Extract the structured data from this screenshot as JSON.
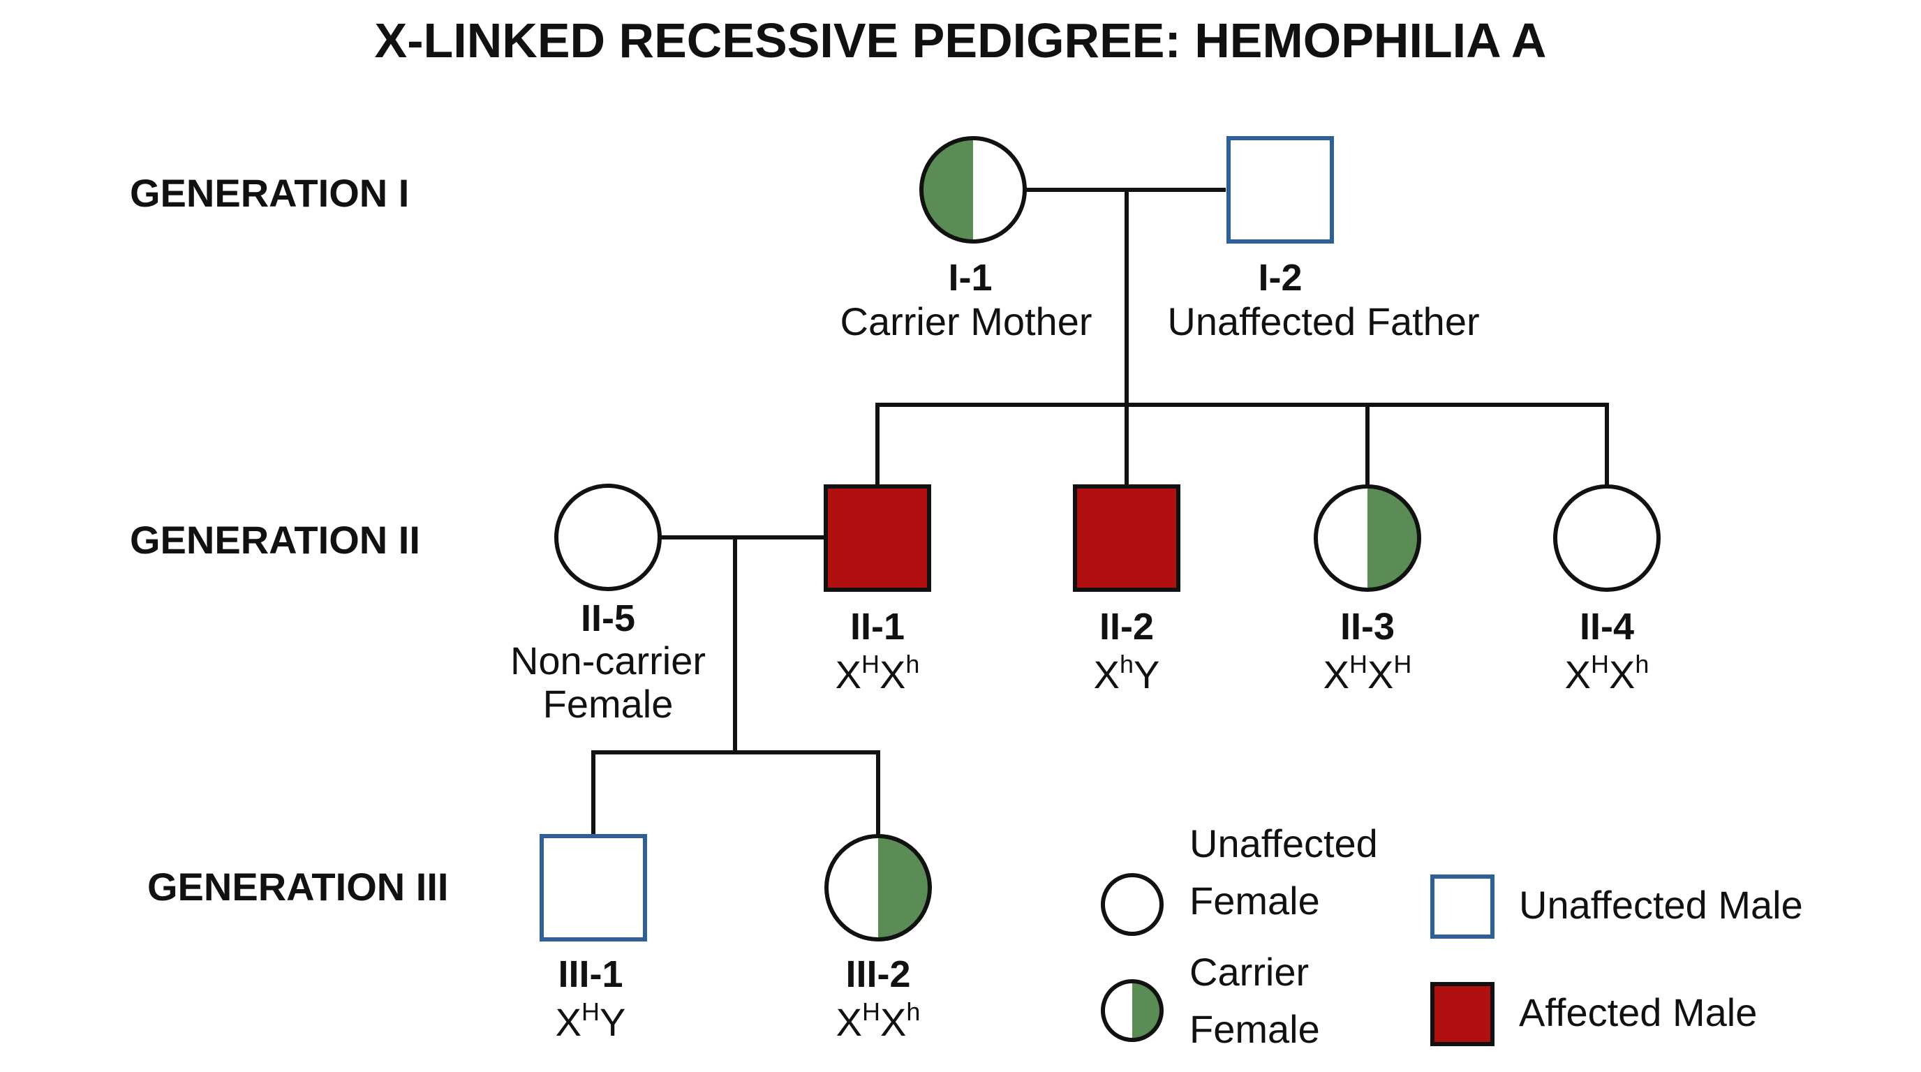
{
  "title": "X-LINKED RECESSIVE PEDIGREE: HEMOPHILIA A",
  "colors": {
    "carrier": "#5b8c55",
    "affected": "#b01010",
    "unaffected_male_border": "#2f5f98",
    "outline": "#111111",
    "line": "#111111"
  },
  "generations": [
    "GENERATION I",
    "GENERATION II",
    "GENERATION III"
  ],
  "individuals": {
    "I1": {
      "id": "I-1",
      "desc": "Carrier Mother",
      "sex": "female",
      "status": "carrier-left"
    },
    "I2": {
      "id": "I-2",
      "desc": "Unaffected Father",
      "sex": "male",
      "status": "unaffected"
    },
    "II5": {
      "id": "II-5",
      "desc1": "Non-carrier",
      "desc2": "Female",
      "sex": "female",
      "status": "unaffected"
    },
    "II1": {
      "id": "II-1",
      "geno": {
        "a": "X",
        "a_sup": "H",
        "b": "X",
        "b_sup": "h"
      },
      "sex": "male",
      "status": "affected"
    },
    "II2": {
      "id": "II-2",
      "geno": {
        "a": "X",
        "a_sup": "h",
        "b": "Y",
        "b_sup": ""
      },
      "sex": "male",
      "status": "affected"
    },
    "II3": {
      "id": "II-3",
      "geno": {
        "a": "X",
        "a_sup": "H",
        "b": "X",
        "b_sup": "H"
      },
      "sex": "female",
      "status": "carrier-right"
    },
    "II4": {
      "id": "II-4",
      "geno": {
        "a": "X",
        "a_sup": "H",
        "b": "X",
        "b_sup": "h"
      },
      "sex": "female",
      "status": "unaffected"
    },
    "III1": {
      "id": "III-1",
      "geno": {
        "a": "X",
        "a_sup": "H",
        "b": "Y",
        "b_sup": ""
      },
      "sex": "male",
      "status": "unaffected"
    },
    "III2": {
      "id": "III-2",
      "geno": {
        "a": "X",
        "a_sup": "H",
        "b": "X",
        "b_sup": "h"
      },
      "sex": "female",
      "status": "carrier-right"
    }
  },
  "legend": {
    "unaffected_female_1": "Unaffected",
    "unaffected_female_2": "Female",
    "carrier_female_1": "Carrier",
    "carrier_female_2": "Female",
    "unaffected_male": "Unaffected Male",
    "affected_male": "Affected Male"
  }
}
